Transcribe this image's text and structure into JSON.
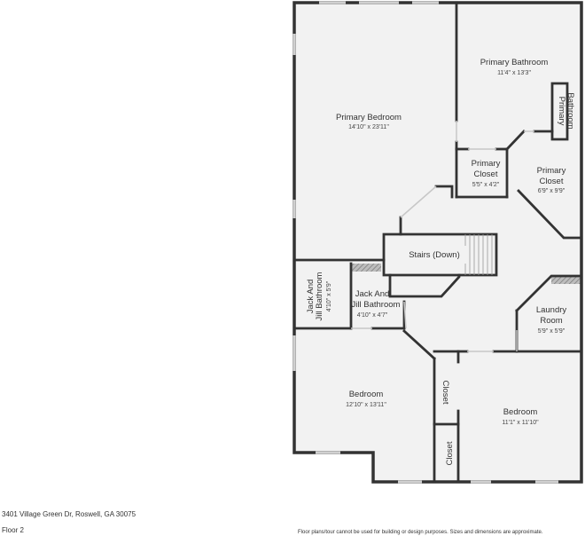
{
  "rooms": {
    "primary_bedroom": {
      "name": "Primary Bedroom",
      "dim": "14'10\" x 23'11\""
    },
    "primary_bathroom": {
      "name": "Primary Bathroom",
      "dim": "11'4\" x 13'3\""
    },
    "primary_bathroom_small": {
      "line1": "Primary",
      "line2": "Bathroom"
    },
    "primary_closet_small": {
      "line1": "Primary",
      "line2": "Closet",
      "dim": "5'5\" x 4'2\""
    },
    "primary_closet": {
      "line1": "Primary",
      "line2": "Closet",
      "dim": "6'9\" x 9'9\""
    },
    "stairs": {
      "name": "Stairs (Down)"
    },
    "jack_jill_vertical": {
      "line1": "Jack And",
      "line2": "Jill Bathroom",
      "dim": "4'10\" x 5'9\""
    },
    "jack_jill": {
      "line1": "Jack And",
      "line2": "Jill Bathroom",
      "dim": "4'10\" x 4'7\""
    },
    "laundry": {
      "line1": "Laundry",
      "line2": "Room",
      "dim": "5'9\" x 5'9\""
    },
    "bedroom_left": {
      "name": "Bedroom",
      "dim": "12'10\" x 13'11\""
    },
    "bedroom_right": {
      "name": "Bedroom",
      "dim": "11'1\" x 11'10\""
    },
    "closet_upper": {
      "name": "Closet"
    },
    "closet_lower": {
      "name": "Closet"
    }
  },
  "footer": {
    "address": "3401 Village Green Dr, Roswell, GA 30075",
    "floor": "Floor 2",
    "disclaimer": "Floor plans/tour cannot be used for building or design purposes. Sizes and dimensions are approximate."
  },
  "colors": {
    "floor": "#f2f2f2",
    "wall": "#333333",
    "window": "#d0d0d0",
    "hatch": "#777777"
  }
}
